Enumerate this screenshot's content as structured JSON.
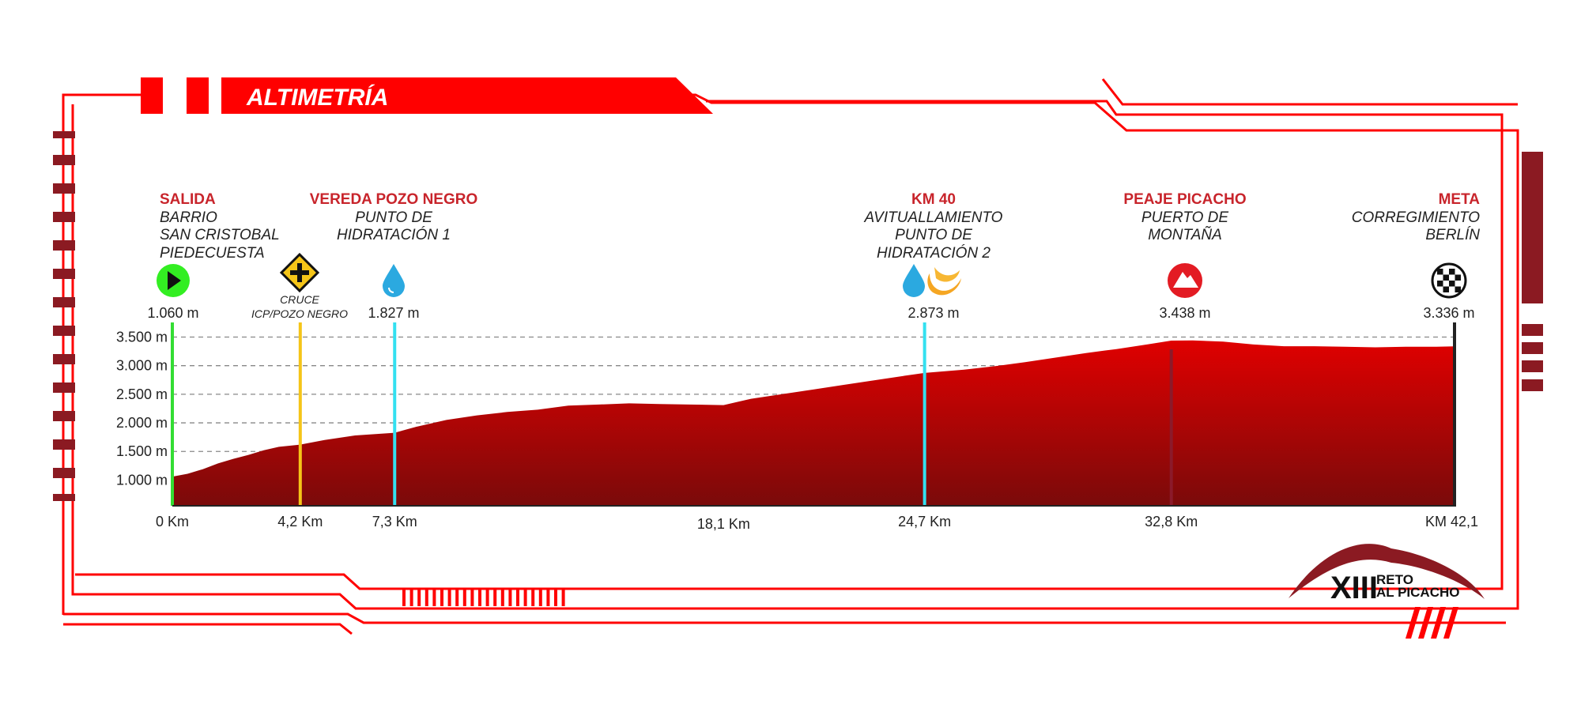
{
  "header": {
    "title": "ALTIMETRÍA"
  },
  "colors": {
    "accent": "#ff0000",
    "darkred": "#8b1a22",
    "fill_top": "#e00000",
    "fill_bottom": "#7a0a0a",
    "green": "#33dd33",
    "yellow": "#f5c518",
    "cyan": "#33e0f0",
    "maroon": "#8b1a2a"
  },
  "waypoints": [
    {
      "title": "SALIDA",
      "lines": [
        "BARRIO",
        "SAN CRISTOBAL",
        "PIEDECUESTA"
      ],
      "icon": "start-play-icon",
      "elevation": "1.060 m",
      "km_label": "0 Km",
      "km": 0,
      "color": "#33dd33"
    },
    {
      "title": "",
      "lines": [],
      "small_lines": [
        "CRUCE",
        "ICP/POZO NEGRO"
      ],
      "icon": "crossroad-sign-icon",
      "elevation": "",
      "km_label": "4,2 Km",
      "km": 4.2,
      "color": "#f5c518"
    },
    {
      "title": "VEREDA POZO NEGRO",
      "lines": [
        "PUNTO DE",
        "HIDRATACIÓN 1"
      ],
      "icon": "water-drop-icon",
      "elevation": "1.827 m",
      "km_label": "7,3 Km",
      "km": 7.3,
      "color": "#33e0f0"
    },
    {
      "title": "KM 40",
      "lines": [
        "AVITUALLAMIENTO",
        "PUNTO DE",
        "HIDRATACIÓN 2"
      ],
      "icon": "water-banana-icon",
      "elevation": "2.873 m",
      "km_label": "24,7 Km",
      "km": 24.7,
      "color": "#33e0f0"
    },
    {
      "title": "PEAJE PICACHO",
      "lines": [
        "PUERTO DE",
        "MONTAÑA"
      ],
      "icon": "mountain-icon",
      "elevation": "3.438 m",
      "km_label": "32,8 Km",
      "km": 32.8,
      "color": "#8b1a2a"
    },
    {
      "title": "META",
      "lines": [
        "CORREGIMIENTO",
        "BERLÍN"
      ],
      "icon": "checkered-flag-icon",
      "elevation": "3.336 m",
      "km_label": "KM 42,1",
      "km": 42.1,
      "color": "#222222"
    }
  ],
  "extra_x_label": {
    "label": "18,1 Km",
    "km": 18.1
  },
  "logo": {
    "numeral": "XIII",
    "line1": "RETO",
    "line2": "AL PICACHO"
  },
  "chart_data": {
    "type": "area",
    "title": "ALTIMETRÍA",
    "xlabel": "",
    "ylabel": "",
    "xlim": [
      0,
      42.1
    ],
    "ylim": [
      550,
      3700
    ],
    "y_ticks": [
      1000,
      1500,
      2000,
      2500,
      3000,
      3500
    ],
    "y_tick_labels": [
      "1.000 m",
      "1.500 m",
      "2.000 m",
      "2.500 m",
      "3.000 m",
      "3.500 m"
    ],
    "grid": "horizontal dashed",
    "series": [
      {
        "x": [
          0,
          0.5,
          1,
          1.5,
          2,
          2.5,
          3,
          3.5,
          4.2,
          5,
          6,
          7.3,
          8,
          9,
          10,
          11,
          12,
          13,
          14,
          15,
          16,
          17,
          18.1,
          19,
          20,
          21,
          22,
          23,
          24,
          24.7,
          26,
          27,
          28,
          29,
          30,
          31,
          32,
          32.8,
          33.5,
          34.5,
          35.5,
          36.5,
          37.5,
          38.5,
          39.5,
          40.5,
          41.5,
          42.1
        ],
        "y": [
          1060,
          1110,
          1190,
          1290,
          1370,
          1440,
          1520,
          1580,
          1620,
          1700,
          1780,
          1827,
          1930,
          2050,
          2130,
          2190,
          2230,
          2300,
          2320,
          2340,
          2330,
          2320,
          2310,
          2420,
          2500,
          2580,
          2660,
          2740,
          2820,
          2873,
          2930,
          2990,
          3060,
          3140,
          3220,
          3290,
          3370,
          3438,
          3440,
          3420,
          3370,
          3340,
          3340,
          3330,
          3320,
          3330,
          3330,
          3336
        ]
      }
    ]
  }
}
